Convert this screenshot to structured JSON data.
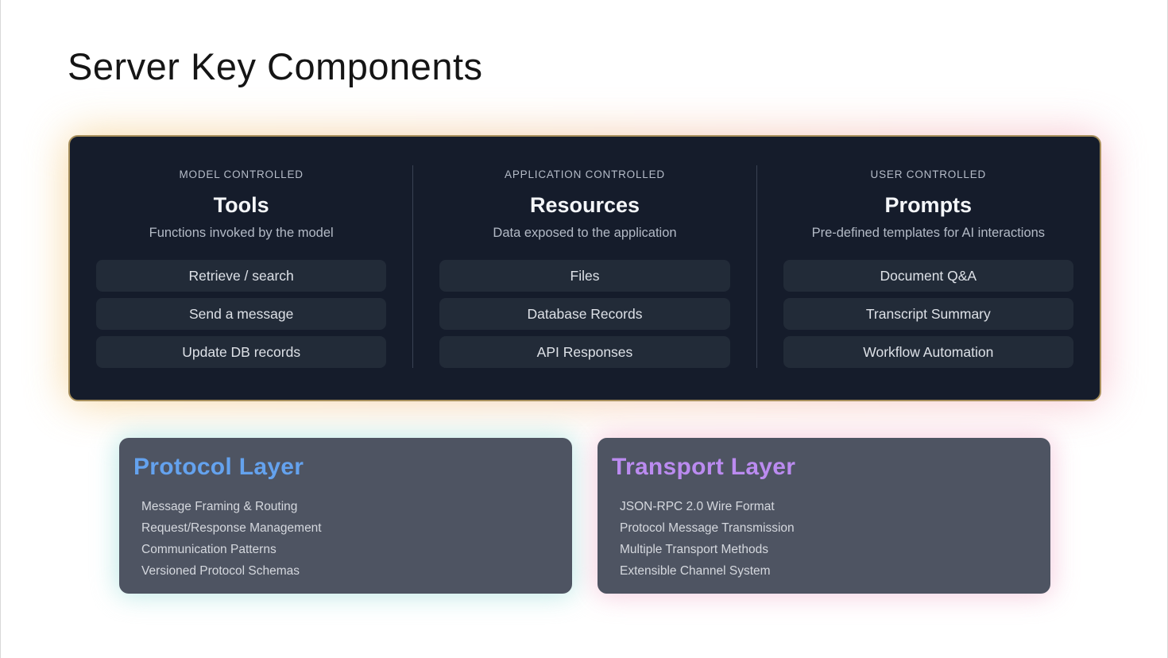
{
  "page": {
    "title": "Server Key Components"
  },
  "panel": {
    "columns": [
      {
        "label": "MODEL CONTROLLED",
        "heading": "Tools",
        "subtitle": "Functions invoked by the model",
        "items": [
          "Retrieve / search",
          "Send a message",
          "Update DB records"
        ]
      },
      {
        "label": "APPLICATION CONTROLLED",
        "heading": "Resources",
        "subtitle": "Data exposed to the application",
        "items": [
          "Files",
          "Database Records",
          "API Responses"
        ]
      },
      {
        "label": "USER CONTROLLED",
        "heading": "Prompts",
        "subtitle": "Pre-defined templates for AI interactions",
        "items": [
          "Document Q&A",
          "Transcript Summary",
          "Workflow Automation"
        ]
      }
    ]
  },
  "cards": [
    {
      "title": "Protocol Layer",
      "items": [
        "Message Framing & Routing",
        "Request/Response Management",
        "Communication Patterns",
        "Versioned Protocol Schemas"
      ]
    },
    {
      "title": "Transport Layer",
      "items": [
        "JSON-RPC 2.0 Wire Format",
        "Protocol Message Transmission",
        "Multiple Transport Methods",
        "Extensible Channel System"
      ]
    }
  ],
  "colors": {
    "accent_protocol": "#64a2ee",
    "accent_transport": "#bb8bf0",
    "glow_protocol": "#b5e6e3",
    "glow_transport": "#f5c6da",
    "glow_panel_left": "#f6d190",
    "glow_panel_right": "#f6b9c8",
    "panel_border": "#a8905c",
    "panel_bg": "#151c2b",
    "pill_bg": "#222b38",
    "card_bg": "#4e5462"
  }
}
